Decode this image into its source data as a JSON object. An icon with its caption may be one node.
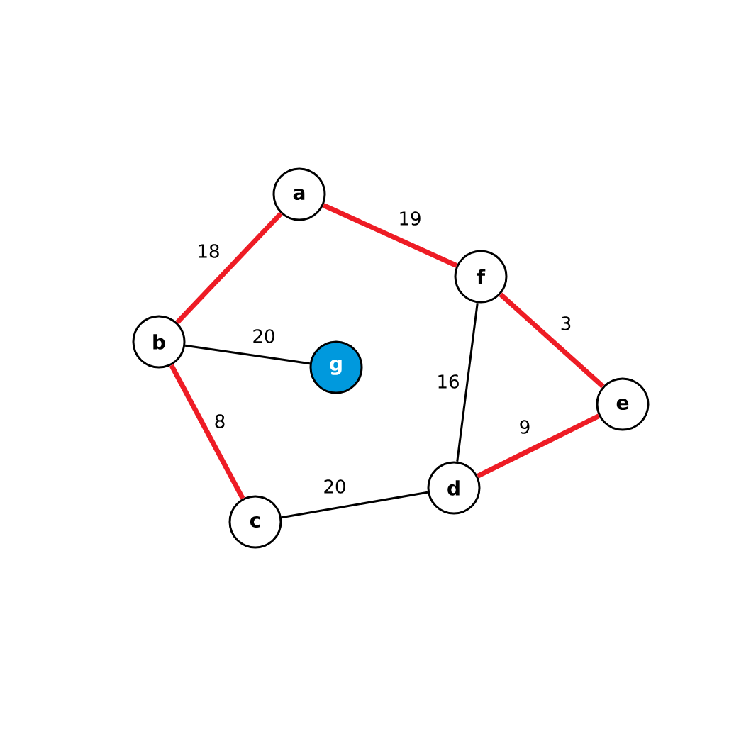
{
  "diagram": {
    "nodes": [
      {
        "text": [
          "a"
        ]
      },
      {
        "text": [
          "b"
        ]
      },
      {
        "text": [
          "c"
        ]
      },
      {
        "text": [
          "d"
        ]
      },
      {
        "text": [
          "e"
        ]
      },
      {
        "text": [
          "f"
        ]
      },
      {
        "text": [
          "g"
        ]
      }
    ],
    "edges": [
      {
        "from": 0,
        "to": 1,
        "arrow": "none",
        "label": "18"
      },
      {
        "from": 0,
        "to": 5,
        "arrow": "none",
        "label": "19"
      },
      {
        "from": 1,
        "to": 6,
        "arrow": "none",
        "label": "20",
        "color": "#000000"
      },
      {
        "from": 1,
        "to": 2,
        "arrow": "none",
        "label": "8"
      },
      {
        "from": 2,
        "to": 3,
        "arrow": "none",
        "label": "20",
        "color": "#000000"
      },
      {
        "from": 3,
        "to": 5,
        "arrow": "none",
        "label": "16",
        "color": "#000000"
      },
      {
        "from": 5,
        "to": 4,
        "arrow": "none",
        "label": "3"
      },
      {
        "from": 3,
        "to": 4,
        "arrow": "none",
        "label": "9"
      }
    ]
  }
}
